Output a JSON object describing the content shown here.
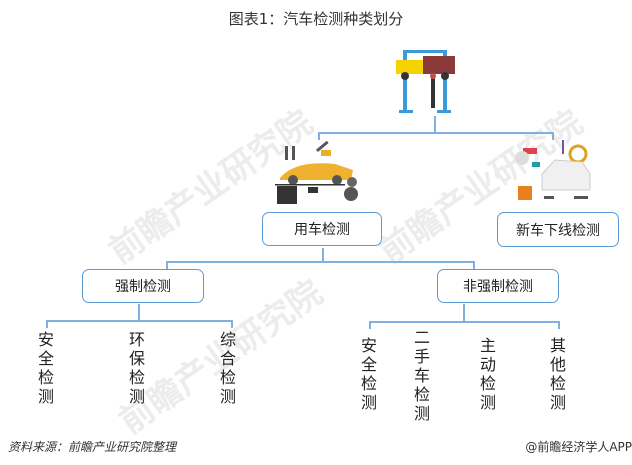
{
  "title": "图表1：汽车检测种类划分",
  "watermark": "前瞻产业研究院",
  "level1": {
    "left": "用车检测",
    "right": "新车下线检测"
  },
  "level2": {
    "left": "强制检测",
    "right": "非强制检测"
  },
  "mandatory": [
    "安全检测",
    "环保检测",
    "综合检测"
  ],
  "non_mandatory": [
    "安全检测",
    "二手车检测",
    "主动检测",
    "其他检测"
  ],
  "footer": {
    "source": "资料来源：前瞻产业研究院整理",
    "brand": "@前瞻经济学人APP"
  },
  "colors": {
    "line": "#7fb0e0",
    "border": "#5b9bd5"
  }
}
